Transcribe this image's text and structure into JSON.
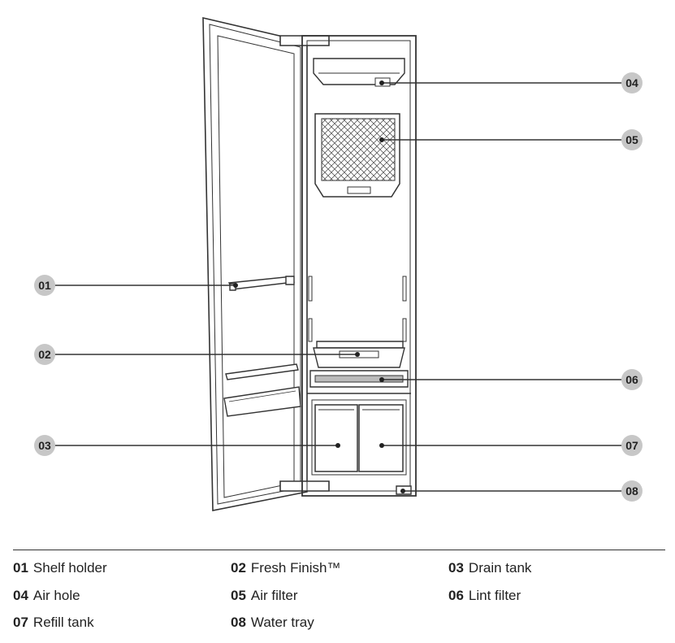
{
  "callouts": {
    "c01": "01",
    "c02": "02",
    "c03": "03",
    "c04": "04",
    "c05": "05",
    "c06": "06",
    "c07": "07",
    "c08": "08"
  },
  "legend": [
    {
      "number": "01",
      "label": "Shelf holder"
    },
    {
      "number": "02",
      "label": "Fresh Finish™"
    },
    {
      "number": "03",
      "label": "Drain tank"
    },
    {
      "number": "04",
      "label": "Air hole"
    },
    {
      "number": "05",
      "label": "Air filter"
    },
    {
      "number": "06",
      "label": "Lint filter"
    },
    {
      "number": "07",
      "label": "Refill tank"
    },
    {
      "number": "08",
      "label": "Water tray"
    }
  ]
}
